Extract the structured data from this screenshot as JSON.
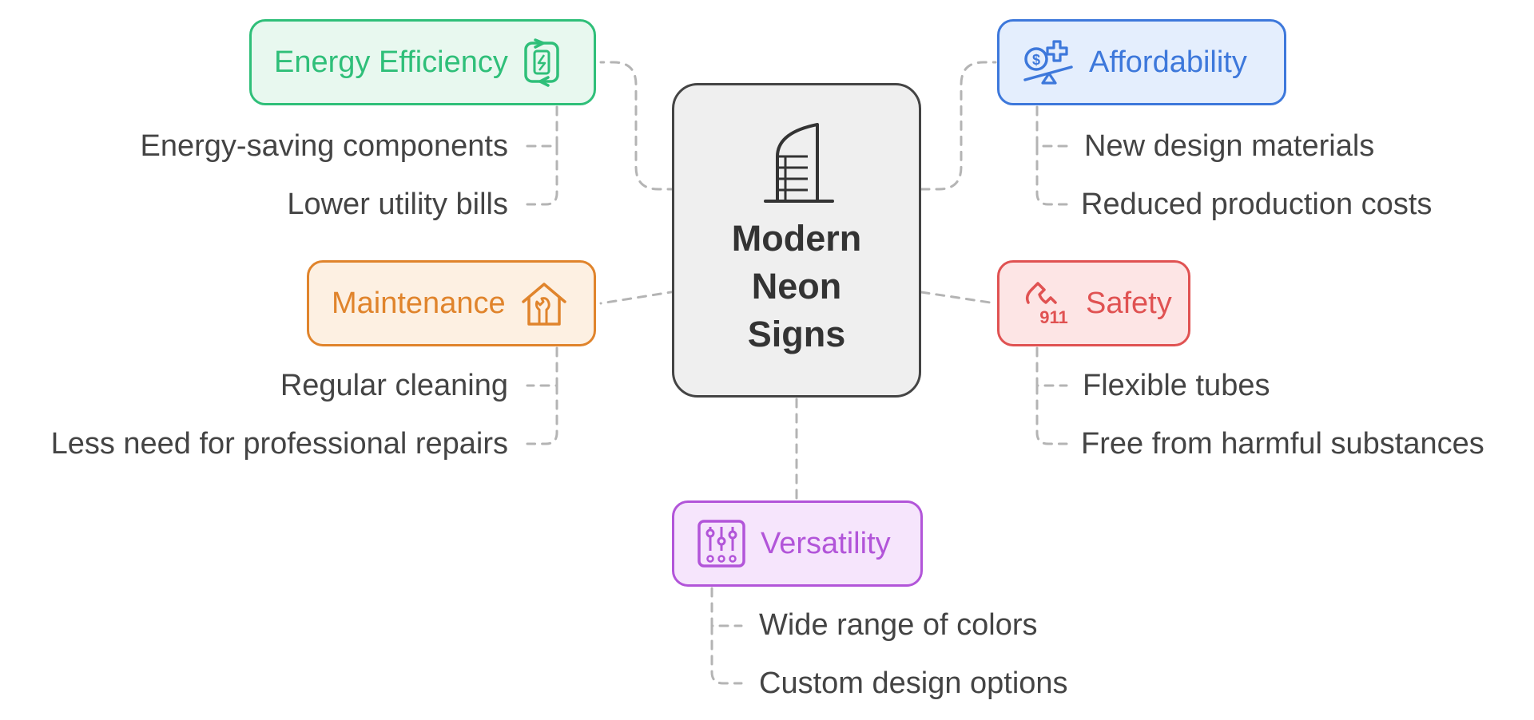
{
  "colors": {
    "connector": "#b4b4b4",
    "center_fill": "#efefef",
    "center_border": "#444444",
    "leaf_text": "#444444"
  },
  "center": {
    "title_lines": [
      "Modern",
      "Neon",
      "Signs"
    ],
    "icon": "building-icon"
  },
  "topics": [
    {
      "id": "energy",
      "label": "Energy Efficiency",
      "icon": "battery-recycle-icon",
      "color": "#2fbf79",
      "fill": "#e8f8ef",
      "leaves": [
        "Energy-saving components",
        "Lower utility bills"
      ]
    },
    {
      "id": "maintenance",
      "label": "Maintenance",
      "icon": "house-wrench-icon",
      "color": "#e0842c",
      "fill": "#fdf0e2",
      "leaves": [
        "Regular cleaning",
        "Less need for professional repairs"
      ]
    },
    {
      "id": "affordability",
      "label": "Affordability",
      "icon": "money-scale-icon",
      "color": "#3d78db",
      "fill": "#e4eefd",
      "leaves": [
        "New design materials",
        "Reduced production costs"
      ]
    },
    {
      "id": "safety",
      "label": "Safety",
      "icon": "phone-911-icon",
      "icon_text": "911",
      "color": "#e05252",
      "fill": "#fde5e5",
      "leaves": [
        "Flexible tubes",
        "Free from harmful substances"
      ]
    },
    {
      "id": "versatility",
      "label": "Versatility",
      "icon": "sliders-icon",
      "color": "#b255d9",
      "fill": "#f6e5fc",
      "leaves": [
        "Wide range of colors",
        "Custom design options"
      ]
    }
  ]
}
